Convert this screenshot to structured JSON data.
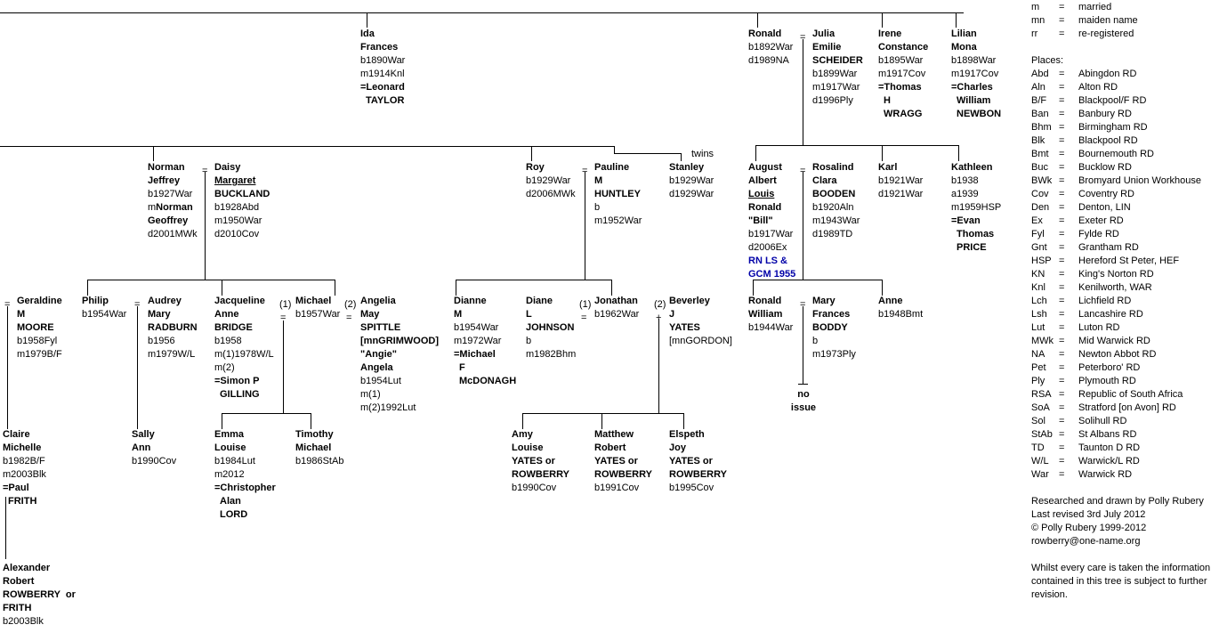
{
  "legend": {
    "abbrevs": [
      {
        "k": "m",
        "v": "married"
      },
      {
        "k": "mn",
        "v": "maiden name"
      },
      {
        "k": "rr",
        "v": "re-registered"
      }
    ],
    "places_label": "Places:",
    "places": [
      {
        "k": "Abd",
        "v": "Abingdon RD"
      },
      {
        "k": "Aln",
        "v": "Alton RD"
      },
      {
        "k": "B/F",
        "v": "Blackpool/F RD"
      },
      {
        "k": "Ban",
        "v": "Banbury RD"
      },
      {
        "k": "Bhm",
        "v": "Birmingham RD"
      },
      {
        "k": "Blk",
        "v": "Blackpool RD"
      },
      {
        "k": "Bmt",
        "v": "Bournemouth RD"
      },
      {
        "k": "Buc",
        "v": "Bucklow RD"
      },
      {
        "k": "BWk",
        "v": "Bromyard Union Workhouse"
      },
      {
        "k": "Cov",
        "v": "Coventry RD"
      },
      {
        "k": "Den",
        "v": "Denton, LIN"
      },
      {
        "k": "Ex",
        "v": "Exeter RD"
      },
      {
        "k": "Fyl",
        "v": "Fylde RD"
      },
      {
        "k": "Gnt",
        "v": "Grantham RD"
      },
      {
        "k": "HSP",
        "v": "Hereford St Peter, HEF"
      },
      {
        "k": "KN",
        "v": "King's Norton RD"
      },
      {
        "k": "Knl",
        "v": "Kenilworth, WAR"
      },
      {
        "k": "Lch",
        "v": "Lichfield RD"
      },
      {
        "k": "Lsh",
        "v": "Lancashire RD"
      },
      {
        "k": "Lut",
        "v": "Luton RD"
      },
      {
        "k": "MWk",
        "v": "Mid Warwick RD"
      },
      {
        "k": "NA",
        "v": "Newton Abbot RD"
      },
      {
        "k": "Pet",
        "v": "Peterboro' RD"
      },
      {
        "k": "Ply",
        "v": "Plymouth RD"
      },
      {
        "k": "RSA",
        "v": "Republic of South Africa"
      },
      {
        "k": "SoA",
        "v": "Stratford [on Avon] RD"
      },
      {
        "k": "Sol",
        "v": "Solihull RD"
      },
      {
        "k": "StAb",
        "v": "St Albans RD"
      },
      {
        "k": "TD",
        "v": "Taunton D RD"
      },
      {
        "k": "W/L",
        "v": "Warwick/L RD"
      },
      {
        "k": "War",
        "v": "Warwick RD"
      }
    ],
    "credits": [
      "Researched and drawn by Polly Rubery",
      "Last revised 3rd July 2012",
      "© Polly Rubery 1999-2012",
      "rowberry@one-name.org"
    ],
    "disclaimer": "Whilst every care is taken the information contained in this tree is subject to further revision."
  },
  "tree": {
    "twins_label": "twins",
    "eq": "=",
    "plus": "+",
    "prefix1": "(1)",
    "prefix2": "(2)",
    "people": {
      "ida": [
        "Ida",
        "Frances",
        "b1890War",
        "m1914Knl",
        "=Leonard",
        " TAYLOR"
      ],
      "ronald_sr": [
        "Ronald",
        "b1892War",
        "d1989NA"
      ],
      "julia": [
        "Julia",
        "Emilie",
        "SCHEIDER",
        "b1899War",
        "m1917War",
        "d1996Ply"
      ],
      "irene": [
        "Irene",
        "Constance",
        "b1895War",
        "m1917Cov",
        "=Thomas",
        "  H",
        "  WRAGG"
      ],
      "lilian": [
        "Lilian",
        "Mona",
        "b1898War",
        "m1917Cov",
        "=Charles",
        "  William",
        "  NEWBON"
      ],
      "norman": [
        "Norman",
        "Jeffrey",
        "b1927War",
        "m",
        "Norman",
        "Geoffrey",
        "d2001MWk"
      ],
      "daisy": [
        "Daisy",
        "Margaret",
        "BUCKLAND",
        "b1928Abd",
        "m1950War",
        "d2010Cov"
      ],
      "roy": [
        "Roy",
        "b1929War",
        "d2006MWk"
      ],
      "pauline": [
        "Pauline",
        "M",
        "HUNTLEY",
        "b",
        "m1952War"
      ],
      "stanley": [
        "Stanley",
        "b1929War",
        "d1929War"
      ],
      "august": [
        "August",
        "Albert",
        "Louis",
        "Ronald",
        "\"Bill\"",
        "b1917War",
        "d2006Ex",
        "RN LS &",
        "GCM 1955"
      ],
      "rosalind": [
        "Rosalind",
        "Clara",
        "BOODEN",
        "b1920Aln",
        "m1943War",
        "d1989TD"
      ],
      "karl": [
        "Karl",
        "b1921War",
        "d1921War"
      ],
      "kathleen": [
        "Kathleen",
        "b1938",
        "a1939",
        "m1959HSP",
        "=Evan",
        "  Thomas",
        "  PRICE"
      ],
      "geraldine": [
        "Geraldine",
        "M",
        "MOORE",
        "b1958Fyl",
        "m1979B/F"
      ],
      "philip": [
        "Philip",
        "b1954War"
      ],
      "audrey": [
        "Audrey",
        "Mary",
        "RADBURN",
        "b1956",
        "m1979W/L"
      ],
      "jacqueline": [
        "Jacqueline",
        "Anne",
        "BRIDGE",
        "b1958",
        "m(1)1978W/L",
        "m(2)",
        "=Simon P",
        "  GILLING"
      ],
      "michael": [
        "Michael",
        "b1957War"
      ],
      "angelia": [
        "Angelia",
        "May",
        "SPITTLE",
        "[mnGRIMWOOD]",
        "\"Angie\"",
        "Angela",
        "b1954Lut",
        "m(1)",
        "m(2)1992Lut"
      ],
      "dianne": [
        "Dianne",
        "M",
        "b1954War",
        "m1972War",
        "=Michael",
        "  F",
        "  McDONAGH"
      ],
      "diane": [
        "Diane",
        "L",
        "JOHNSON",
        "b",
        "m1982Bhm"
      ],
      "jonathan": [
        "Jonathan",
        "b1962War"
      ],
      "beverley": [
        "Beverley",
        "J",
        "YATES",
        "[mnGORDON]"
      ],
      "ronald_jr": [
        "Ronald",
        "William",
        "b1944War"
      ],
      "mary": [
        "Mary",
        "Frances",
        "BODDY",
        "b",
        "m1973Ply"
      ],
      "anne": [
        "Anne",
        "b1948Bmt"
      ],
      "noissue": [
        "no",
        "issue"
      ],
      "claire": [
        "Claire",
        "Michelle",
        "b1982B/F",
        "m2003Blk",
        "=Paul",
        "  FRITH"
      ],
      "sally": [
        "Sally",
        "Ann",
        "b1990Cov"
      ],
      "emma": [
        "Emma",
        "Louise",
        "b1984Lut",
        "m2012",
        "=Christopher",
        "  Alan",
        "  LORD"
      ],
      "timothy": [
        "Timothy",
        "Michael",
        "b1986StAb"
      ],
      "amy": [
        "Amy",
        "Louise",
        "YATES or",
        "ROWBERRY",
        "b1990Cov"
      ],
      "matthew": [
        "Matthew",
        "Robert",
        "YATES or",
        "ROWBERRY",
        "b1991Cov"
      ],
      "elspeth": [
        "Elspeth",
        "Joy",
        "YATES or",
        "ROWBERRY",
        "b1995Cov"
      ],
      "alexander": [
        "Alexander",
        "Robert",
        "ROWBERRY  or",
        "FRITH",
        "b2003Blk"
      ]
    }
  }
}
